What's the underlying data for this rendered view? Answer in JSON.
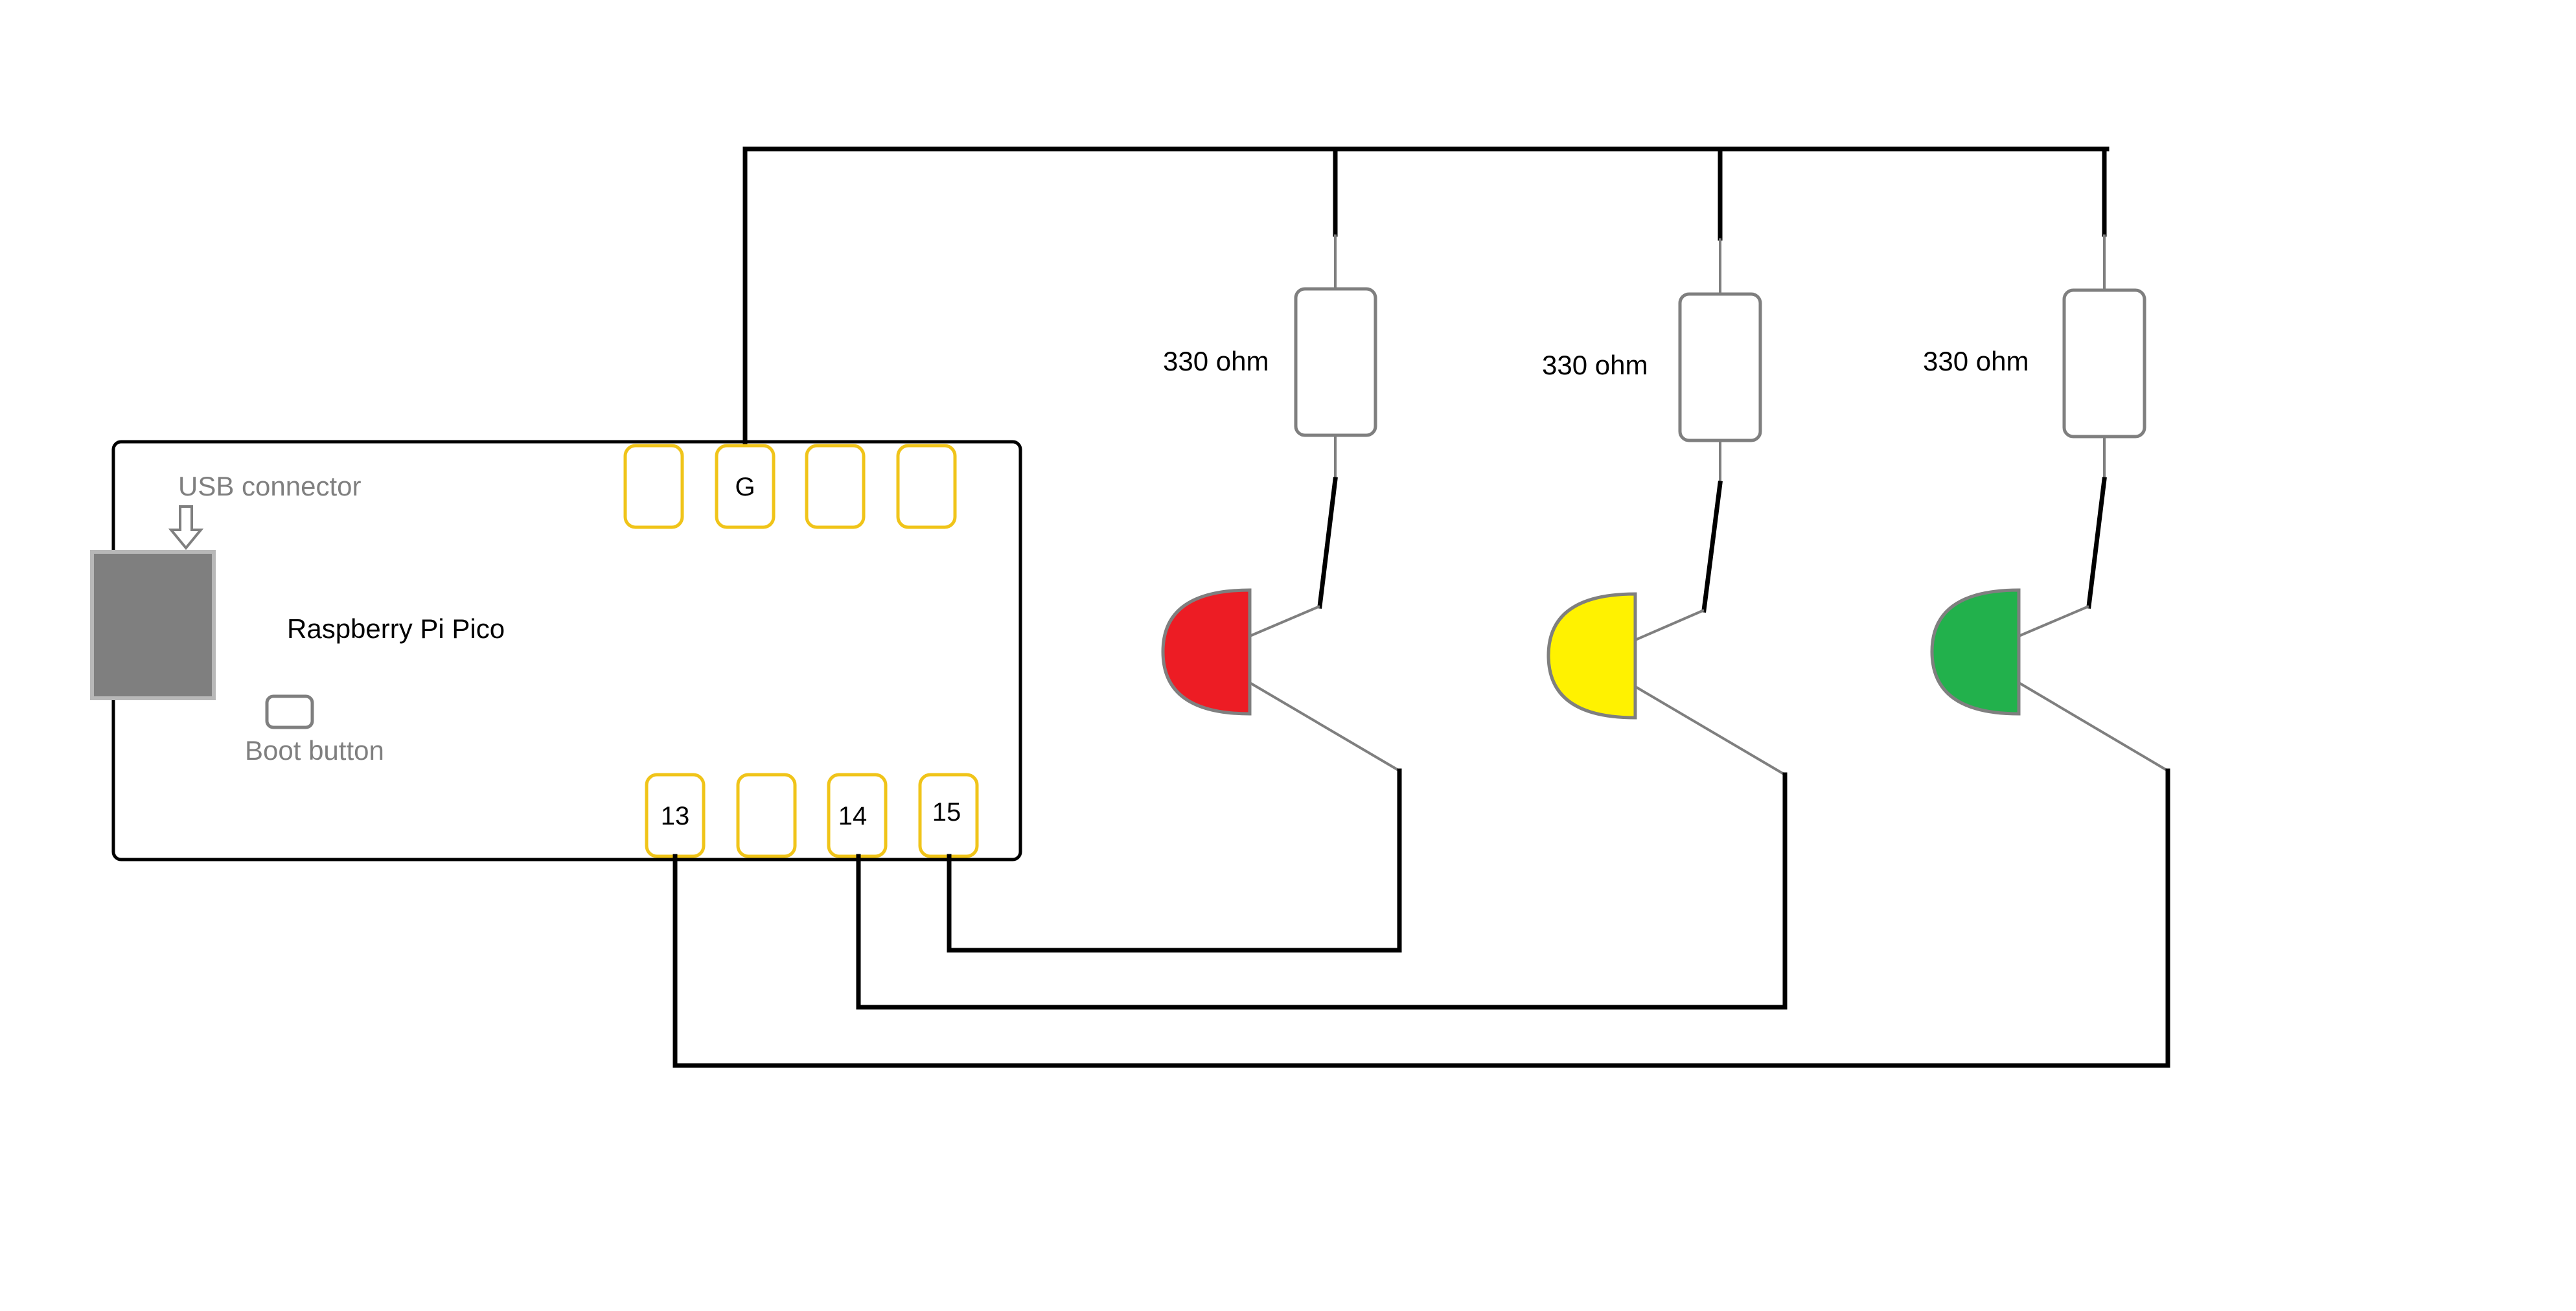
{
  "board": {
    "title": "Raspberry Pi Pico",
    "usb_label": "USB connector",
    "boot_label": "Boot button"
  },
  "pins": {
    "top": [
      "",
      "G",
      "",
      ""
    ],
    "bottom": [
      "13",
      "",
      "14",
      "15"
    ]
  },
  "resistors": [
    {
      "label": "330 ohm"
    },
    {
      "label": "330 ohm"
    },
    {
      "label": "330 ohm"
    }
  ],
  "leds": [
    {
      "color_name": "red",
      "color": "#ed1c24"
    },
    {
      "color_name": "yellow",
      "color": "#fff200"
    },
    {
      "color_name": "green",
      "color": "#22b14c"
    }
  ],
  "colors": {
    "wire": "#000000",
    "pin_outline": "#f0c419",
    "component_outline": "#7f7f7f",
    "usb_fill": "#7f7f7f"
  }
}
